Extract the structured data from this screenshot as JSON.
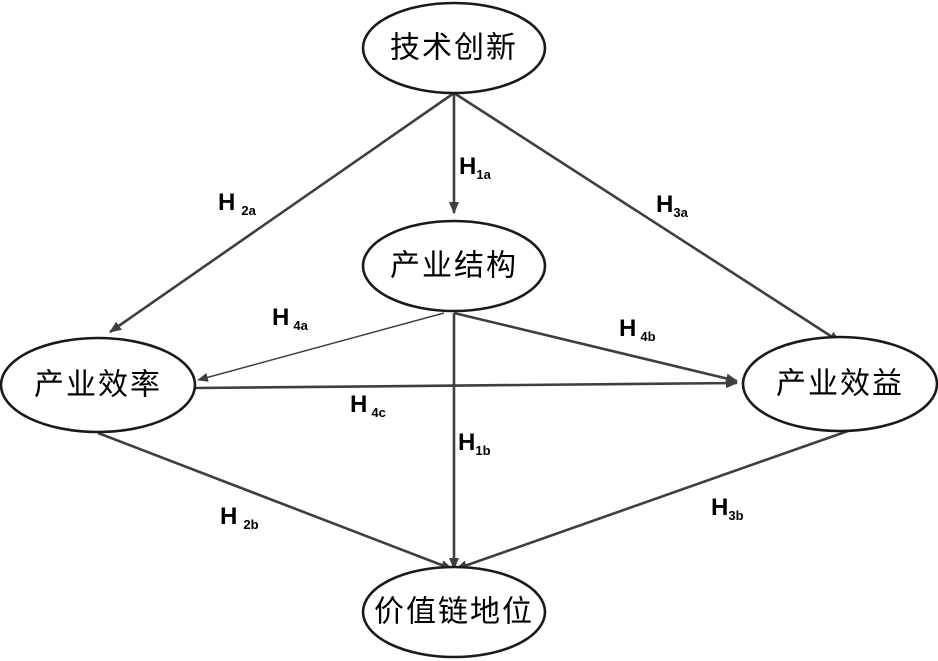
{
  "nodes": {
    "tech_innovation": "技术创新",
    "industrial_structure": "产业结构",
    "industrial_efficiency": "产业效率",
    "industrial_benefit": "产业效益",
    "value_chain_position": "价值链地位"
  },
  "hypotheses": {
    "h1a": {
      "main": "H",
      "sub": "1a"
    },
    "h1b": {
      "main": "H",
      "sub": "1b"
    },
    "h2a": {
      "main": "H",
      "sub": "2a"
    },
    "h2b": {
      "main": "H",
      "sub": "2b"
    },
    "h3a": {
      "main": "H",
      "sub": "3a"
    },
    "h3b": {
      "main": "H",
      "sub": "3b"
    },
    "h4a": {
      "main": "H",
      "sub": "4a"
    },
    "h4b": {
      "main": "H",
      "sub": "4b"
    },
    "h4c": {
      "main": "H",
      "sub": "4c"
    }
  },
  "colors": {
    "edge": "#3f3f3f",
    "node_border": "#1a1a1a",
    "background": "#ffffff"
  }
}
